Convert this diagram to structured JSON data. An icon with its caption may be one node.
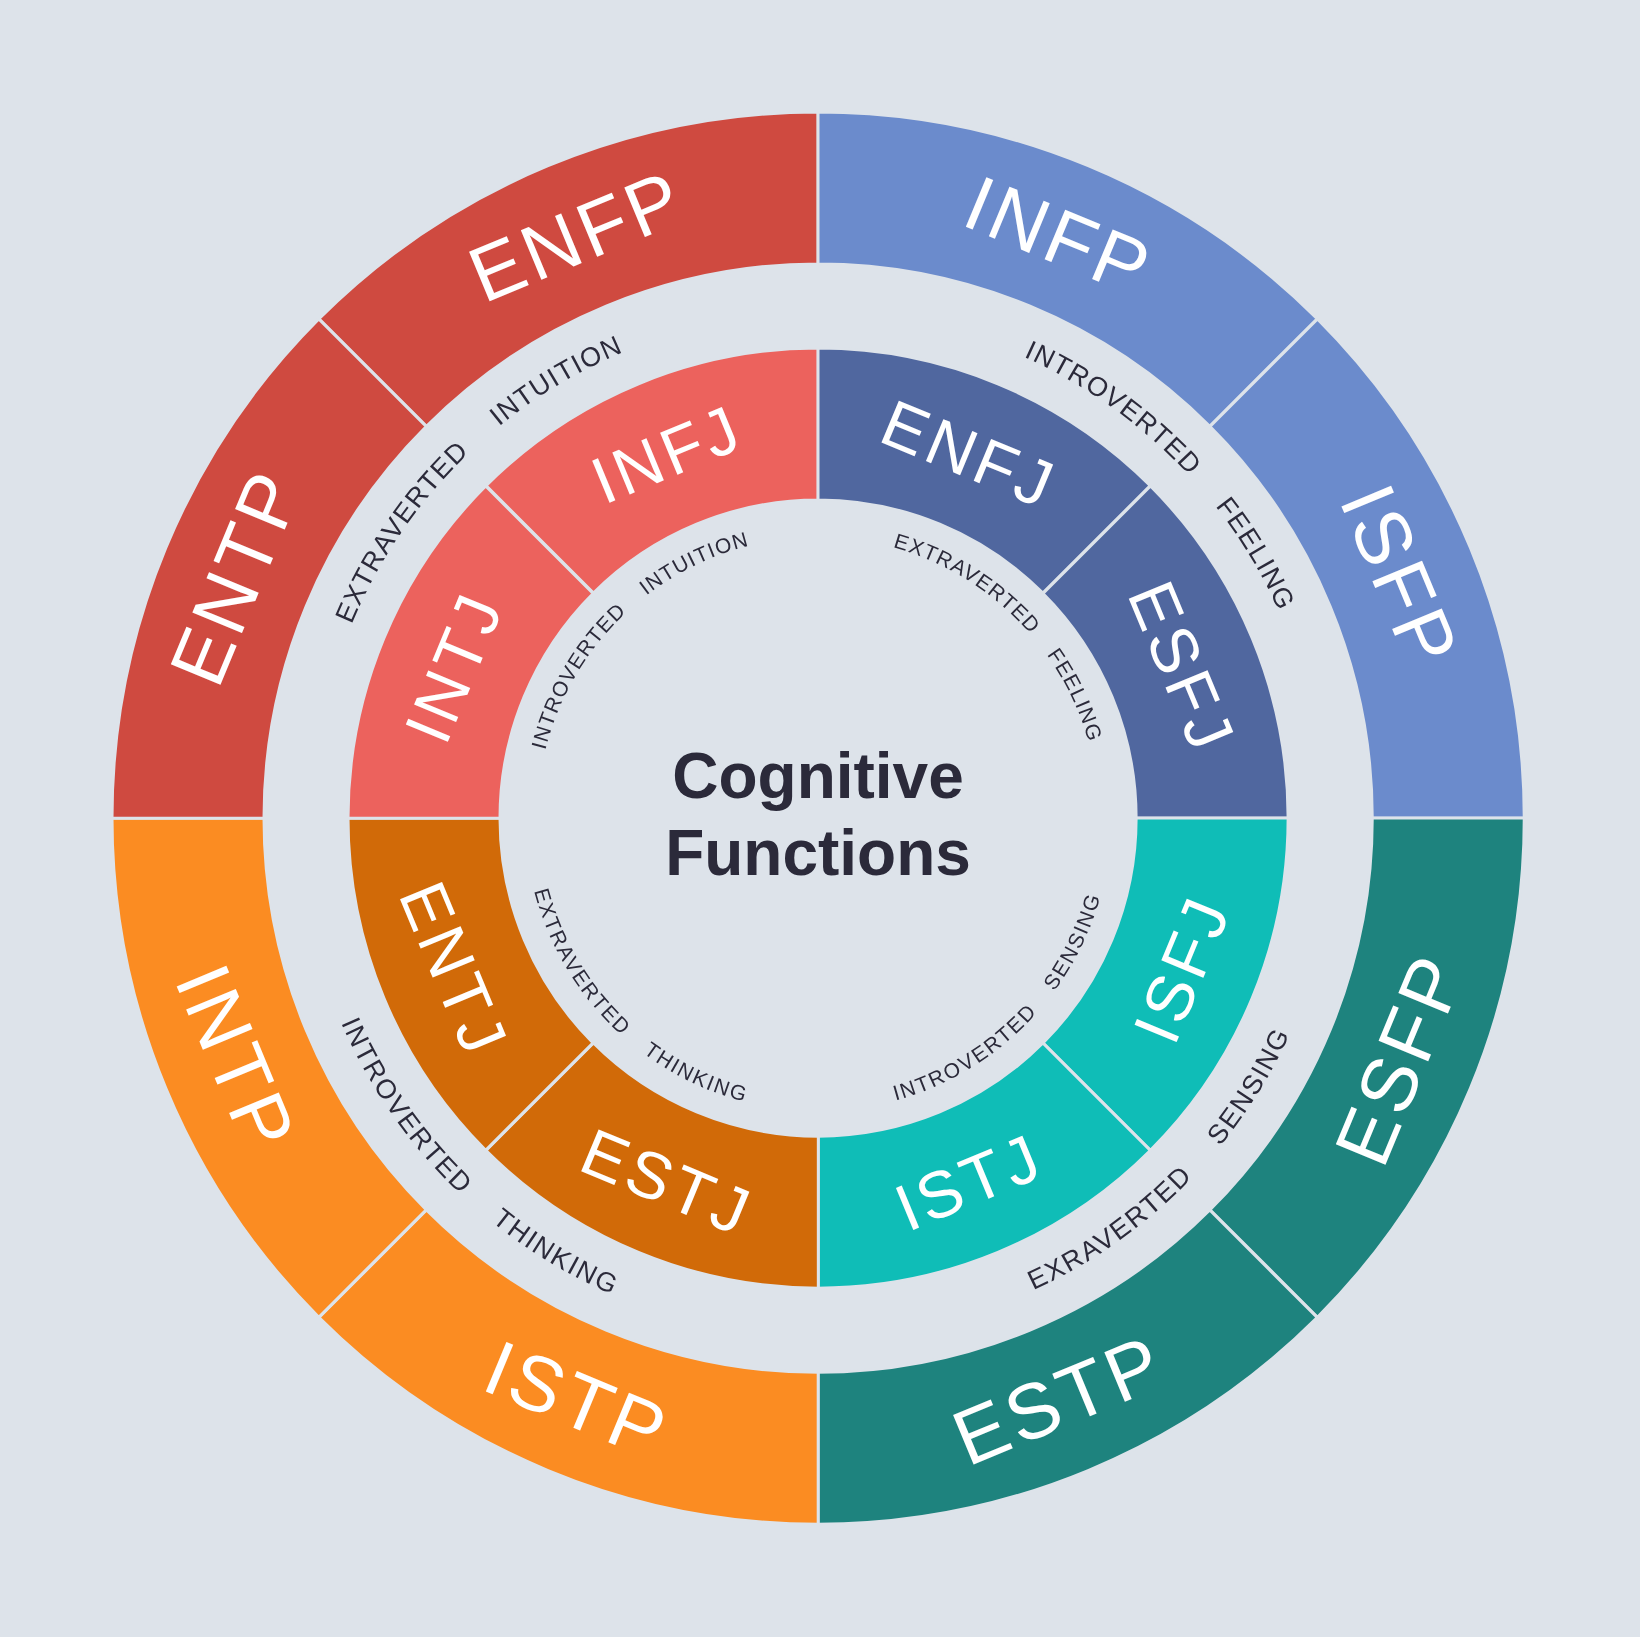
{
  "diagram": {
    "title": "Cognitive Functions",
    "nodes": [
      {
        "text": [
          "ENFP"
        ]
      },
      {
        "text": [
          "INFP"
        ]
      },
      {
        "text": [
          "ISFP"
        ]
      },
      {
        "text": [
          "ESFP"
        ]
      },
      {
        "text": [
          "ESTP"
        ]
      },
      {
        "text": [
          "ISTP"
        ]
      },
      {
        "text": [
          "INTP"
        ]
      },
      {
        "text": [
          "ENTP"
        ]
      },
      {
        "text": [
          "INFJ"
        ]
      },
      {
        "text": [
          "ENFJ"
        ]
      },
      {
        "text": [
          "ESFJ"
        ]
      },
      {
        "text": [
          "ISFJ"
        ]
      },
      {
        "text": [
          "ISTJ"
        ]
      },
      {
        "text": [
          "ESTJ"
        ]
      },
      {
        "text": [
          "ENTJ"
        ]
      },
      {
        "text": [
          "INTJ"
        ]
      }
    ],
    "labels": [
      "EXTRAVERTED INTUITION",
      "INTROVERTED FEELING",
      "INTROVERTED INTUITION",
      "EXTRAVERTED FEELING",
      "EXTRAVERTED THINKING",
      "INTROVERTED SENSING",
      "INTROVERTED THINKING",
      "EXRAVERTED SENSING"
    ]
  }
}
